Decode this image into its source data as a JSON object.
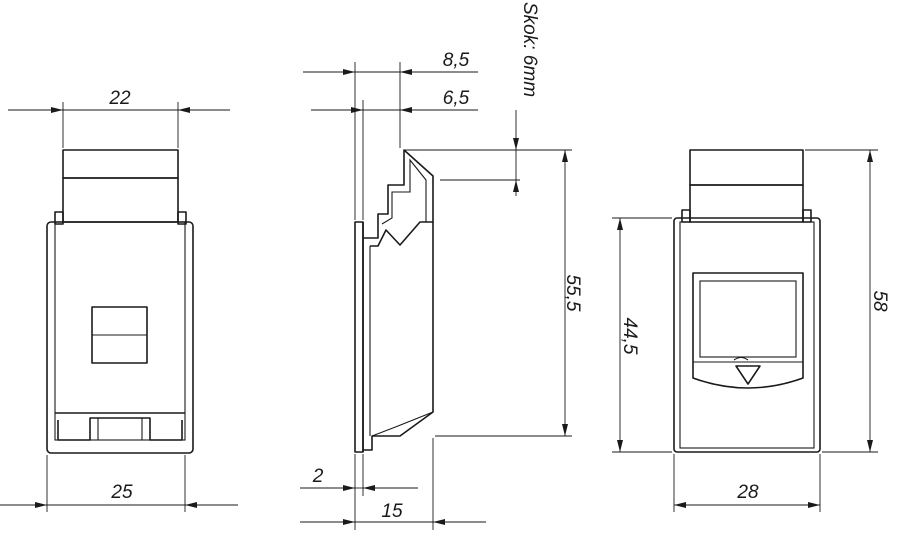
{
  "front_view": {
    "top_width": "22",
    "bottom_width": "25"
  },
  "side_view": {
    "depth_outer": "8,5",
    "depth_inner": "6,5",
    "stroke_label": "Skok: 6mm",
    "height": "55,5",
    "base_thickness": "2",
    "base_depth": "15"
  },
  "rear_view": {
    "frame_height": "44,5",
    "total_height": "58",
    "width": "28"
  },
  "colors": {
    "line": "#1a1a1a",
    "background": "#ffffff"
  }
}
